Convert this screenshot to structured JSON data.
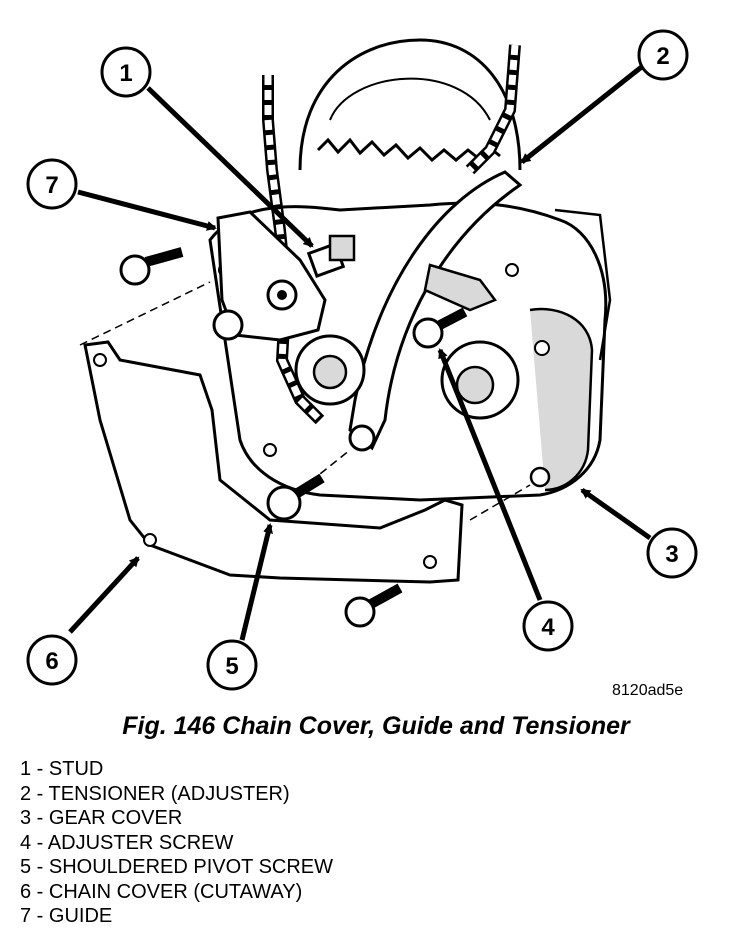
{
  "figure": {
    "image_code": "8120ad5e",
    "caption": "Fig. 146 Chain Cover, Guide and Tensioner"
  },
  "callouts": [
    {
      "number": "1"
    },
    {
      "number": "2"
    },
    {
      "number": "3"
    },
    {
      "number": "4"
    },
    {
      "number": "5"
    },
    {
      "number": "6"
    },
    {
      "number": "7"
    }
  ],
  "legend": [
    "1 - STUD",
    "2 - TENSIONER (ADJUSTER)",
    "3 - GEAR COVER",
    "4 - ADJUSTER SCREW",
    "5 - SHOULDERED PIVOT SCREW",
    "6 - CHAIN COVER (CUTAWAY)",
    "7 - GUIDE"
  ],
  "colors": {
    "ink": "#000000",
    "paper": "#ffffff",
    "shade": "#d9d9d9"
  }
}
